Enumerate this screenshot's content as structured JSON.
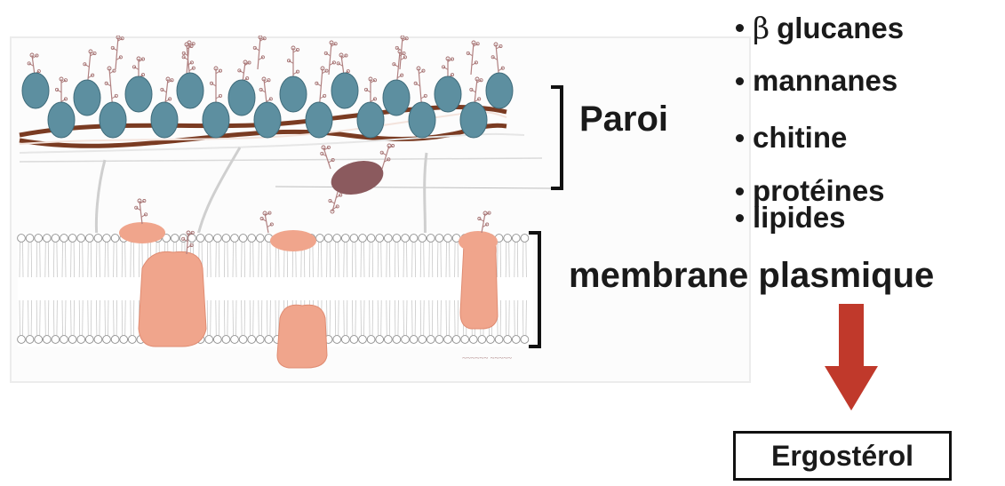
{
  "labels": {
    "wall": "Paroi",
    "membrane": "membrane plasmique",
    "result": "Ergostérol"
  },
  "components": [
    {
      "symbol": "β",
      "text": "glucanes"
    },
    {
      "symbol": "",
      "text": "mannanes"
    },
    {
      "symbol": "",
      "text": "chitine"
    },
    {
      "symbol": "",
      "text": "protéines"
    },
    {
      "symbol": "",
      "text": "lipides"
    }
  ],
  "colors": {
    "wall_protein": "#5d8fa0",
    "fiber": "#7a3b22",
    "membrane_protein": "#f0a58c",
    "arrow": "#c0392b",
    "vesicle": "#8b5a5e"
  }
}
